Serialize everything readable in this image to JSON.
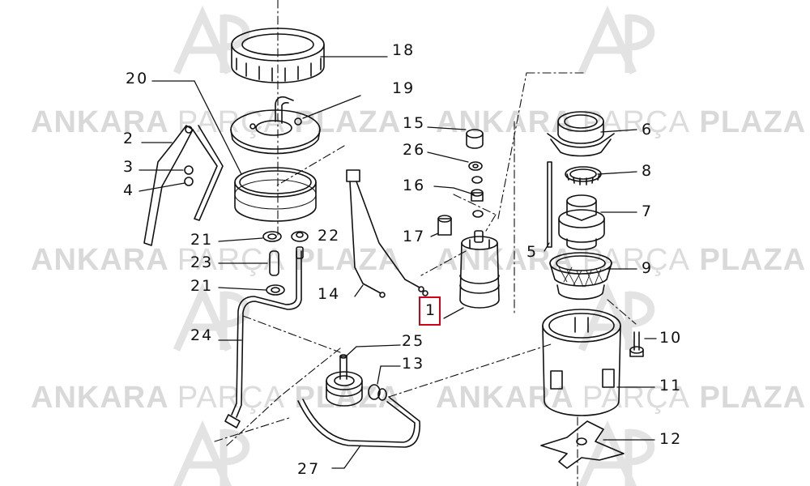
{
  "watermark": {
    "brand_bold_1": "ANKARA",
    "brand_thin": "PARÇA",
    "brand_bold_2": "PLAZA",
    "logo_letters": "AP",
    "color": "#d9d9d9"
  },
  "callouts": [
    {
      "id": "1",
      "label": "1",
      "highlighted": true
    },
    {
      "id": "2",
      "label": "2"
    },
    {
      "id": "3",
      "label": "3"
    },
    {
      "id": "4",
      "label": "4"
    },
    {
      "id": "5",
      "label": "5"
    },
    {
      "id": "6",
      "label": "6"
    },
    {
      "id": "7",
      "label": "7"
    },
    {
      "id": "8",
      "label": "8"
    },
    {
      "id": "9",
      "label": "9"
    },
    {
      "id": "10",
      "label": "10"
    },
    {
      "id": "11",
      "label": "11"
    },
    {
      "id": "12",
      "label": "12"
    },
    {
      "id": "13",
      "label": "13"
    },
    {
      "id": "14",
      "label": "14"
    },
    {
      "id": "15",
      "label": "15"
    },
    {
      "id": "16",
      "label": "16"
    },
    {
      "id": "17",
      "label": "17"
    },
    {
      "id": "18",
      "label": "18"
    },
    {
      "id": "19",
      "label": "19"
    },
    {
      "id": "20",
      "label": "20"
    },
    {
      "id": "21a",
      "label": "21"
    },
    {
      "id": "21b",
      "label": "21"
    },
    {
      "id": "22",
      "label": "22"
    },
    {
      "id": "23",
      "label": "23"
    },
    {
      "id": "24",
      "label": "24"
    },
    {
      "id": "25",
      "label": "25"
    },
    {
      "id": "26",
      "label": "26"
    },
    {
      "id": "27",
      "label": "27"
    }
  ],
  "highlight_color": "#d0021b"
}
